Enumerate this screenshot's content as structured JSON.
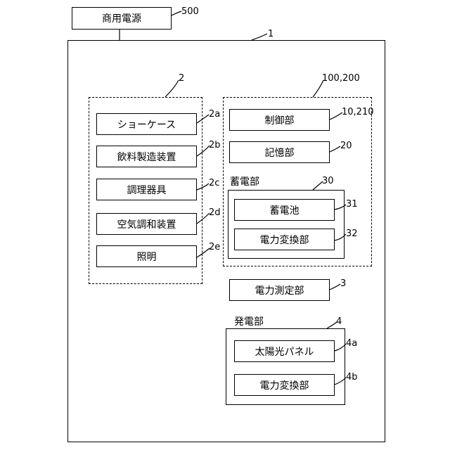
{
  "power_source": {
    "label": "商用電源",
    "ref": "500"
  },
  "system": {
    "ref": "1"
  },
  "equipment_group": {
    "ref": "2",
    "items": [
      {
        "label": "ショーケース",
        "ref": "2a"
      },
      {
        "label": "飲料製造装置",
        "ref": "2b"
      },
      {
        "label": "調理器具",
        "ref": "2c"
      },
      {
        "label": "空気調和装置",
        "ref": "2d"
      },
      {
        "label": "照明",
        "ref": "2e"
      }
    ]
  },
  "controller_group": {
    "ref": "100,200",
    "control_unit": {
      "label": "制御部",
      "ref": "10,210"
    },
    "memory_unit": {
      "label": "記憶部",
      "ref": "20"
    },
    "storage": {
      "title": "蓄電部",
      "ref": "30",
      "battery": {
        "label": "蓄電池",
        "ref": "31"
      },
      "converter": {
        "label": "電力変換部",
        "ref": "32"
      }
    }
  },
  "measurement": {
    "label": "電力測定部",
    "ref": "3"
  },
  "generation": {
    "title": "発電部",
    "ref": "4",
    "solar_panel": {
      "label": "太陽光パネル",
      "ref": "4a"
    },
    "converter": {
      "label": "電力変換部",
      "ref": "4b"
    }
  }
}
